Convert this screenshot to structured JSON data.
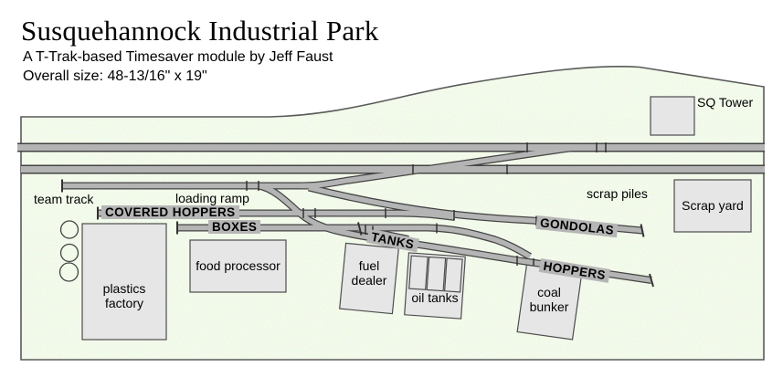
{
  "header": {
    "title": "Susquehannock Industrial Park",
    "subtitle": "A T-Trak-based Timesaver module by Jeff Faust",
    "size": "Overall size: 48-13/16\" x 19\""
  },
  "track_labels": {
    "team_track": "team track",
    "loading_ramp": "loading ramp",
    "covered_hoppers": "COVERED HOPPERS",
    "boxes": "BOXES",
    "tanks": "TANKS",
    "gondolas": "GONDOLAS",
    "hoppers": "HOPPERS",
    "scrap_piles": "scrap piles"
  },
  "buildings": {
    "sq_tower": "SQ Tower",
    "scrap_yard": "Scrap yard",
    "plastics_factory": "plastics\nfactory",
    "food_processor": "food processor",
    "fuel_dealer": "fuel\ndealer",
    "oil_tanks": "oil tanks",
    "coal_bunker": "coal\nbunker"
  },
  "colors": {
    "grass_base": "#dcf0d4",
    "track_fill": "#b4b4b4",
    "track_edge": "#444444",
    "building_fill": "#e6e6e6",
    "building_edge": "#4d4d4d"
  }
}
